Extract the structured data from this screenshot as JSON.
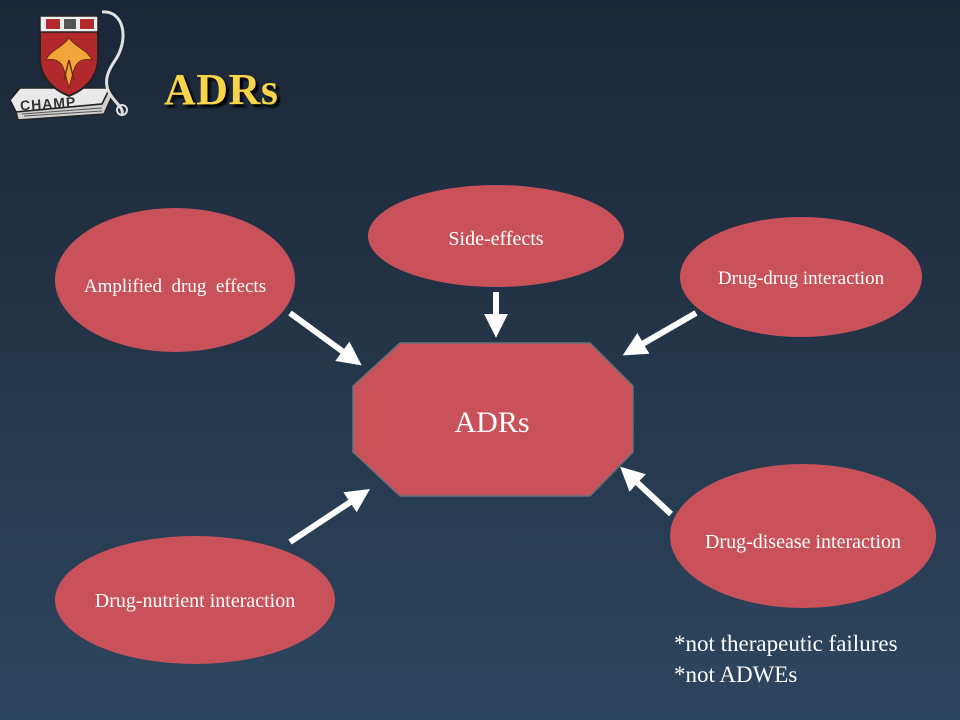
{
  "title": "ADRs",
  "logo": {
    "text": "CHAMP",
    "icon": "crest-stethoscope-logo-icon"
  },
  "diagram": {
    "center": "ADRs",
    "nodes": [
      {
        "id": "side-effects",
        "label": "Side-effects"
      },
      {
        "id": "amplified-drug-effects",
        "label": "Amplified  drug  effects"
      },
      {
        "id": "drug-drug-interaction",
        "label": "Drug-drug interaction"
      },
      {
        "id": "drug-disease-interaction",
        "label": "Drug-disease interaction"
      },
      {
        "id": "drug-nutrient-interaction",
        "label": "Drug-nutrient interaction"
      }
    ],
    "edges": [
      {
        "from": "amplified-drug-effects",
        "to": "ADRs"
      },
      {
        "from": "side-effects",
        "to": "ADRs"
      },
      {
        "from": "drug-drug-interaction",
        "to": "ADRs"
      },
      {
        "from": "drug-disease-interaction",
        "to": "ADRs"
      },
      {
        "from": "drug-nutrient-interaction",
        "to": "ADRs"
      }
    ]
  },
  "footnotes": [
    "*not therapeutic failures",
    "*not ADWEs"
  ],
  "colors": {
    "node_fill": "#c9525a",
    "title_color": "#f7d44a",
    "arrow_color": "#ffffff"
  }
}
